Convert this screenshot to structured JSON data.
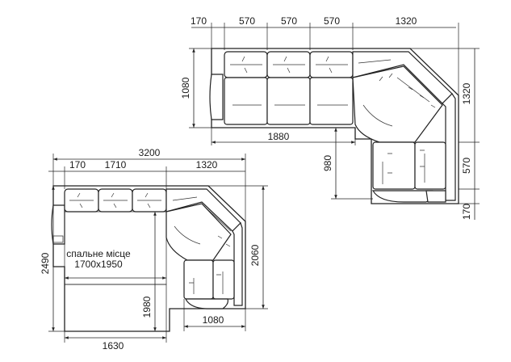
{
  "top_view": {
    "dims_top": [
      "170",
      "570",
      "570",
      "570",
      "1320"
    ],
    "dim_left": "1080",
    "dim_bottom": "1880",
    "dim_center": "980",
    "dims_right": [
      "1320",
      "570",
      "170"
    ]
  },
  "bottom_view": {
    "dim_total_width": "3200",
    "dims_top": [
      "170",
      "1710",
      "1320"
    ],
    "dim_left": "2490",
    "dim_right": "2060",
    "dim_inner": "1980",
    "dim_bottom_right": "1080",
    "dim_bottom": "1630",
    "bed_label_line1": "спальне місце",
    "bed_label_line2": "1700x1950"
  }
}
